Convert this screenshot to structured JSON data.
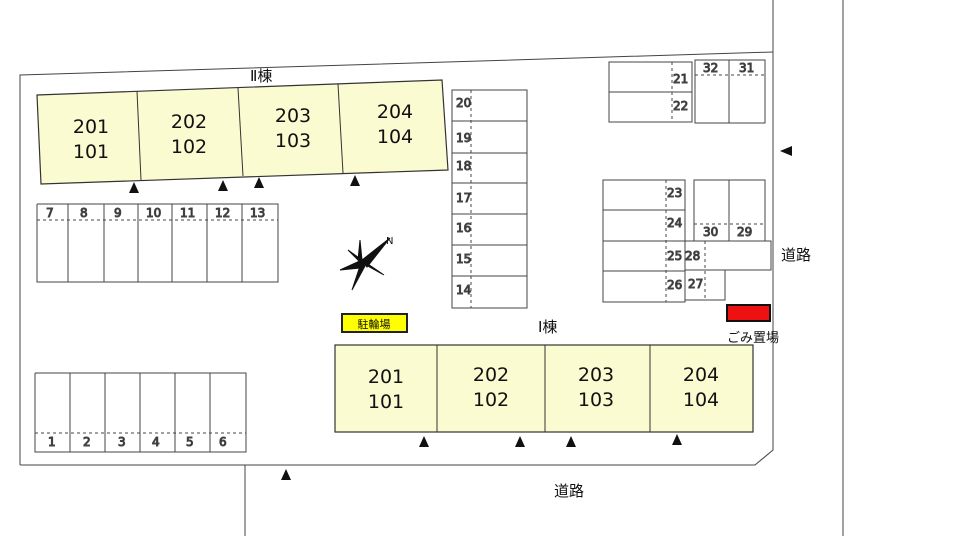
{
  "buildings": {
    "bldg2": {
      "name": "Ⅱ棟",
      "units": [
        {
          "upper": "201",
          "lower": "101"
        },
        {
          "upper": "202",
          "lower": "102"
        },
        {
          "upper": "203",
          "lower": "103"
        },
        {
          "upper": "204",
          "lower": "104"
        }
      ]
    },
    "bldg1": {
      "name": "Ⅰ棟",
      "units": [
        {
          "upper": "201",
          "lower": "101"
        },
        {
          "upper": "202",
          "lower": "102"
        },
        {
          "upper": "203",
          "lower": "103"
        },
        {
          "upper": "204",
          "lower": "104"
        }
      ]
    }
  },
  "parking": {
    "bottom_left": [
      "1",
      "2",
      "3",
      "4",
      "5",
      "6"
    ],
    "mid_left": [
      "7",
      "8",
      "9",
      "10",
      "11",
      "12",
      "13"
    ],
    "center_column": [
      "20",
      "19",
      "18",
      "17",
      "16",
      "15",
      "14"
    ],
    "top_right_left": [
      "21",
      "22"
    ],
    "top_right_right": [
      "32",
      "31"
    ],
    "right_mid": [
      "23",
      "24",
      "25",
      "26"
    ],
    "right_mid_right": [
      "30",
      "29",
      "28",
      "27"
    ]
  },
  "labels": {
    "road_right": "道路",
    "road_bottom": "道路",
    "bicycle": "駐輪場",
    "garbage": "ごみ置場",
    "compass": "N"
  },
  "colors": {
    "building_fill": "#fbfbd2",
    "bicycle_fill": "#ffff00",
    "garbage_fill": "#ee1111"
  }
}
